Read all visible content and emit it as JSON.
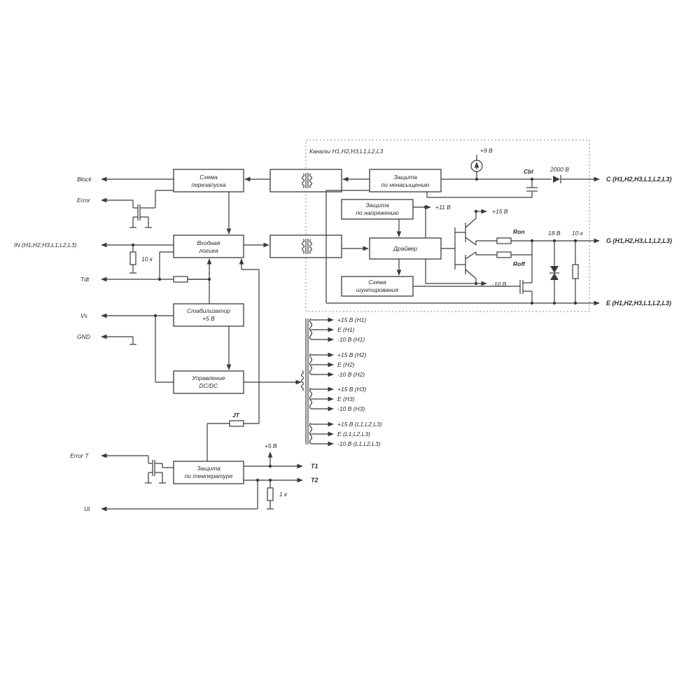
{
  "io": {
    "block": "Block",
    "error": "Error",
    "in": "IN (H1,H2,H3,L1,L2,L3)",
    "tdt": "Tdt",
    "vs": "Vs",
    "gnd": "GND",
    "error_t": "Error T",
    "ut": "Ut",
    "t1": "T1",
    "t2": "T2",
    "out_c": "C (H1,H2,H3,L1,L2,L3)",
    "out_g": "G (H1,H2,H3,L1,L2,L3)",
    "out_e": "E (H1,H2,H3,L1,L2,L3)"
  },
  "blocks": {
    "restart": [
      "Схема",
      "перезапуска"
    ],
    "logic": [
      "Входная",
      "логика"
    ],
    "stab": [
      "Стабилизатор",
      "+5 В"
    ],
    "dcdc": [
      "Управление",
      "DC/DC"
    ],
    "temp": [
      "Защита",
      "по температуре"
    ],
    "desat": [
      "Защита",
      "по ненасыщению"
    ],
    "uvp": [
      "Защита",
      "по напряжению"
    ],
    "driver": "Драйвер",
    "shunt": [
      "Схема",
      "шунтирования"
    ]
  },
  "labels": {
    "channels": "Каналы H1,H2,H3,L1,L2,L3",
    "plus9v": "+9 В",
    "cbl": "Cbl",
    "v2000": "2000 В",
    "plus11v": "+11 В",
    "plus15v": "+15 В",
    "ron": "Ron",
    "roff": "Roff",
    "v18": "18 В",
    "r10k_out": "10 к",
    "minus10v": "-10 В",
    "r10k_in": "10 к",
    "jt": "JT",
    "plus5v": "+5 В",
    "r1k": "1 к"
  },
  "supplies": [
    [
      "+15 В (H1)",
      "E (H1)",
      "-10 В (H1)"
    ],
    [
      "+15 В (H2)",
      "E (H2)",
      "-10 В (H2)"
    ],
    [
      "+15 В (H3)",
      "E (H3)",
      "-10 В (H3)"
    ],
    [
      "+15 В (L1,L2,L3)",
      "E (L1,L2,L3)",
      "-10 В (L1,L2,L3)"
    ]
  ]
}
